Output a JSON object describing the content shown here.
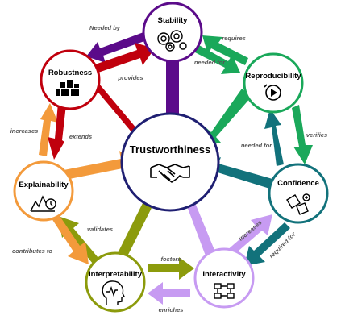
{
  "center": {
    "label": "Trustworthiness",
    "icon": "handshake-icon"
  },
  "nodes": {
    "stability": {
      "label": "Stability",
      "color": "#5b0b8a",
      "icon": "gears-icon"
    },
    "robustness": {
      "label": "Robustness",
      "color": "#c0000d",
      "icon": "blocks-icon"
    },
    "reproducibility": {
      "label": "Reproducibility",
      "color": "#1aa85a",
      "icon": "replay-icon"
    },
    "explainability": {
      "label": "Explainability",
      "color": "#f39a3b",
      "icon": "stopwatch-chart-icon"
    },
    "confidence": {
      "label": "Confidence",
      "color": "#12727b",
      "icon": "puzzle-icon"
    },
    "interpretability": {
      "label": "Interpretability",
      "color": "#8c9b0c",
      "icon": "head-pulse-icon"
    },
    "interactivity": {
      "label": "Interactivity",
      "color": "#c79bf2",
      "icon": "flowchart-icon"
    }
  },
  "edges": {
    "needed_by": "Needed by",
    "provides": "provides",
    "requires": "requires",
    "needed_for_top": "needed for",
    "increases_left": "increases",
    "extends": "extends",
    "verifies": "verifies",
    "needed_for_right": "needed for",
    "validates": "validates",
    "contributes_to": "contributes to",
    "increases_bottom": "increases",
    "required_for": "required for",
    "fosters": "fosters",
    "enriches": "enriches"
  }
}
